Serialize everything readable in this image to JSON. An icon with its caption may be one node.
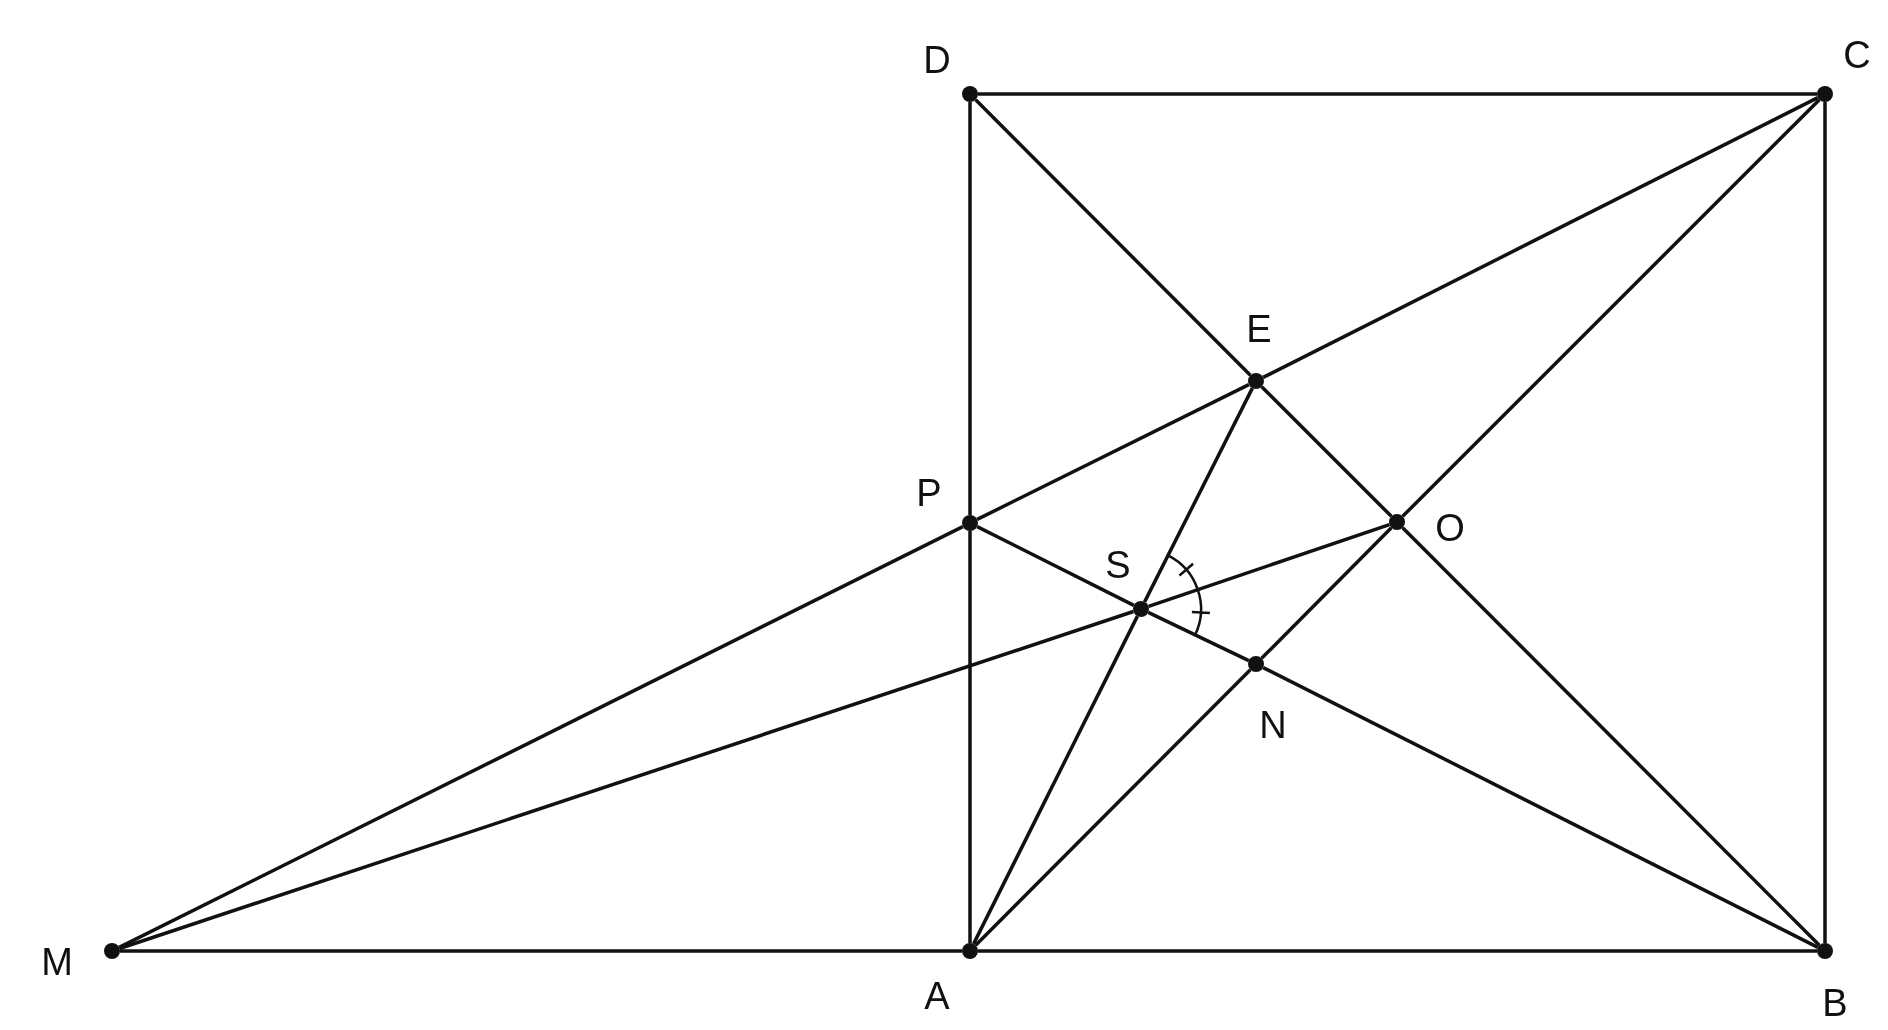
{
  "diagram": {
    "nodes": [
      {
        "text": [
          "D"
        ]
      },
      {
        "text": [
          "C"
        ]
      },
      {
        "text": [
          "E"
        ]
      },
      {
        "text": [
          "P"
        ]
      },
      {
        "text": [
          "O"
        ]
      },
      {
        "text": [
          "S"
        ]
      },
      {
        "text": [
          "N"
        ]
      },
      {
        "text": [
          "M"
        ]
      },
      {
        "text": [
          "A"
        ]
      },
      {
        "text": [
          "B"
        ]
      }
    ],
    "edges": [
      {
        "from": 7,
        "to": 8,
        "arrow": "none"
      },
      {
        "from": 8,
        "to": 9,
        "arrow": "none"
      },
      {
        "from": 0,
        "to": 1,
        "arrow": "none"
      },
      {
        "from": 0,
        "to": 3,
        "arrow": "none"
      },
      {
        "from": 3,
        "to": 8,
        "arrow": "none"
      },
      {
        "from": 1,
        "to": 9,
        "arrow": "none"
      },
      {
        "from": 0,
        "to": 2,
        "arrow": "none"
      },
      {
        "from": 2,
        "to": 4,
        "arrow": "none"
      },
      {
        "from": 4,
        "to": 9,
        "arrow": "none"
      },
      {
        "from": 8,
        "to": 6,
        "arrow": "none"
      },
      {
        "from": 6,
        "to": 4,
        "arrow": "none"
      },
      {
        "from": 4,
        "to": 1,
        "arrow": "none"
      },
      {
        "from": 7,
        "to": 3,
        "arrow": "none"
      },
      {
        "from": 3,
        "to": 2,
        "arrow": "none"
      },
      {
        "from": 2,
        "to": 1,
        "arrow": "none"
      },
      {
        "from": 7,
        "to": 5,
        "arrow": "none"
      },
      {
        "from": 5,
        "to": 4,
        "arrow": "none"
      },
      {
        "from": 3,
        "to": 5,
        "arrow": "none"
      },
      {
        "from": 5,
        "to": 6,
        "arrow": "none"
      },
      {
        "from": 6,
        "to": 9,
        "arrow": "none"
      },
      {
        "from": 8,
        "to": 5,
        "arrow": "none"
      },
      {
        "from": 5,
        "to": 2,
        "arrow": "none"
      }
    ]
  }
}
